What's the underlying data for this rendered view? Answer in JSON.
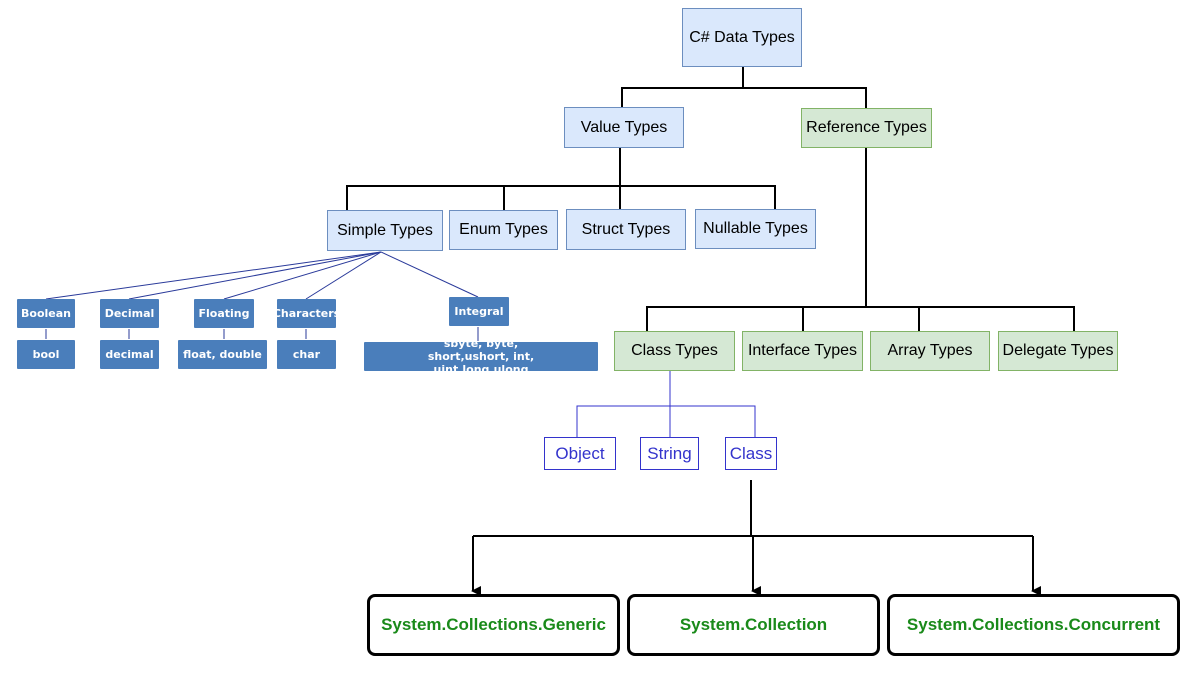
{
  "root": "C# Data Types",
  "value_types": "Value Types",
  "reference_types": "Reference Types",
  "value_children": {
    "simple": "Simple Types",
    "enum": "Enum Types",
    "struct": "Struct Types",
    "nullable": "Nullable Types"
  },
  "simple_children": [
    {
      "category": "Boolean",
      "example": "bool"
    },
    {
      "category": "Decimal",
      "example": "decimal"
    },
    {
      "category": "Floating",
      "example": "float, double"
    },
    {
      "category": "Characters",
      "example": "char"
    },
    {
      "category": "Integral",
      "example": "sbyte, byte, short,ushort,  int, uint,long,ulong"
    }
  ],
  "reference_children": {
    "class": "Class Types",
    "interface": "Interface Types",
    "array": "Array Types",
    "delegate": "Delegate Types"
  },
  "class_children": {
    "object": "Object",
    "string": "String",
    "class": "Class"
  },
  "collections": {
    "generic": "System.Collections.Generic",
    "collection": "System.Collection",
    "concurrent": "System.Collections.Concurrent"
  },
  "colors": {
    "value_fill": "#dae8fc",
    "reference_fill": "#d5e8d4",
    "dark_fill": "#4a7ebb",
    "outline_text": "#3333cc",
    "collection_text": "#1a8a1a"
  }
}
